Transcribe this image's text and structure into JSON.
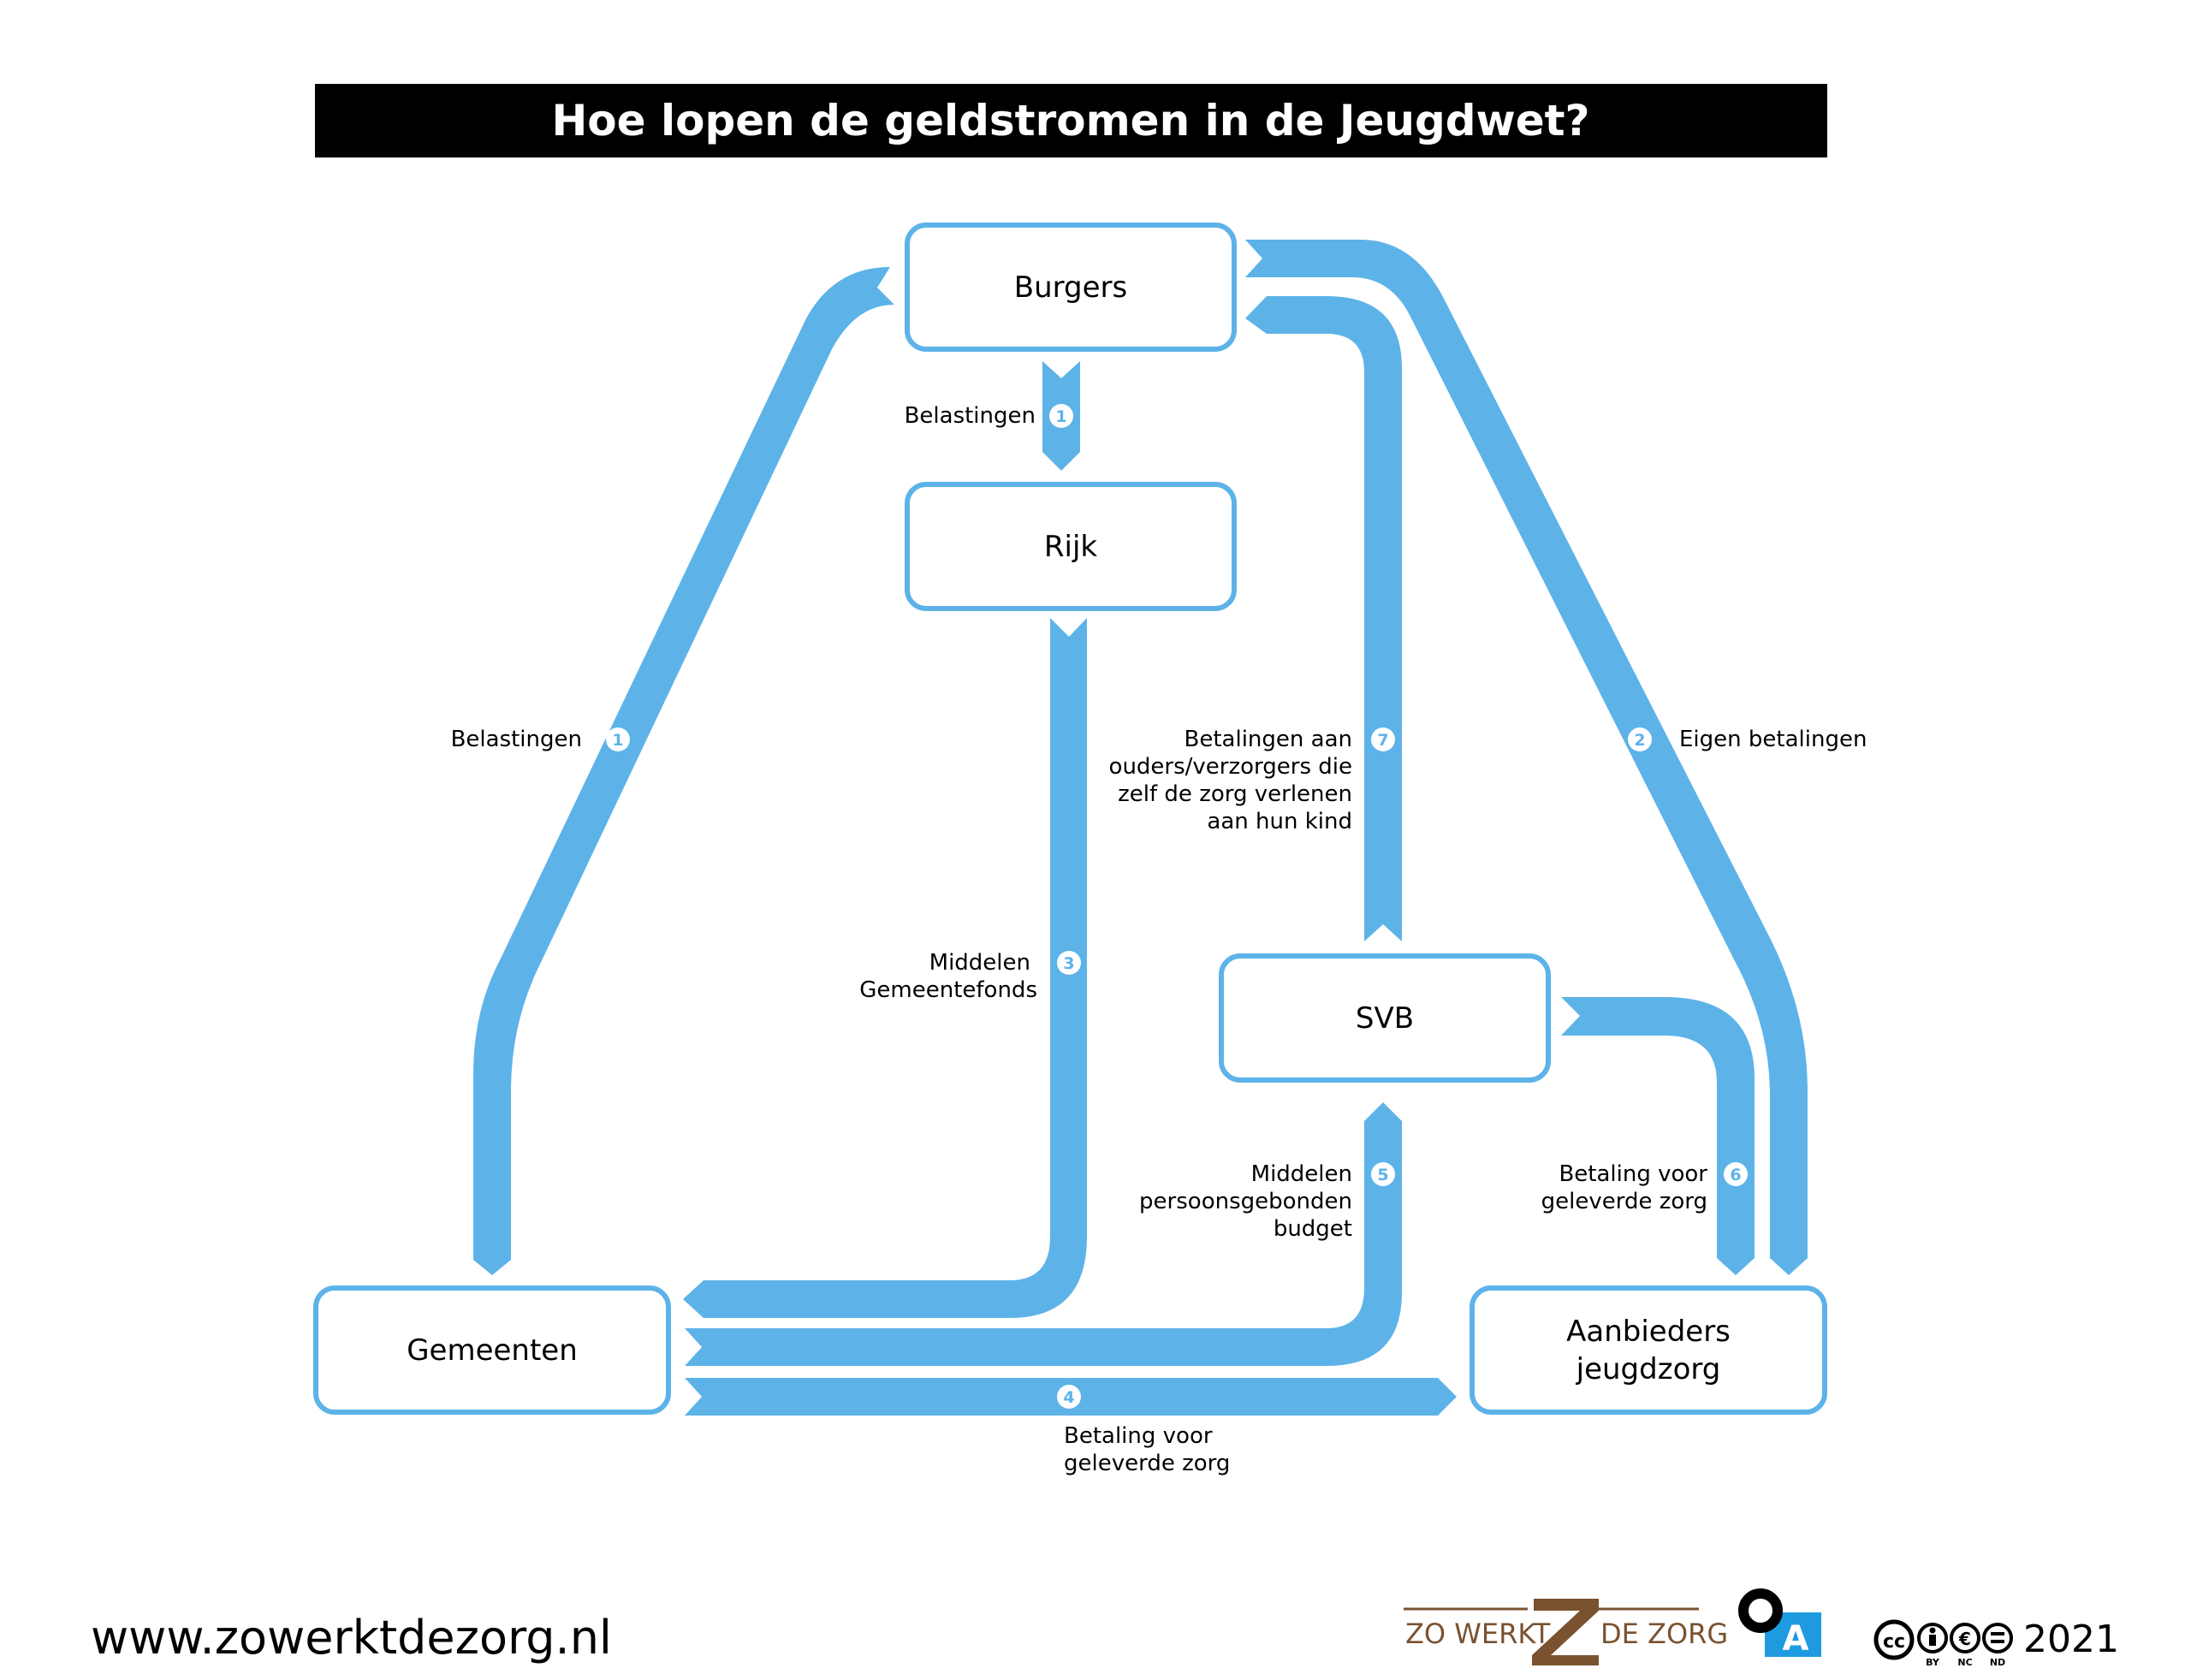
{
  "title": "Hoe lopen de geldstromen in de Jeugdwet?",
  "colors": {
    "flow": "#5db3e8",
    "box_border": "#5db3e8",
    "title_bg": "#000000",
    "title_text": "#ffffff",
    "logo_brown": "#7a5230",
    "logo_blue": "#1e9be0"
  },
  "nodes": {
    "burgers": "Burgers",
    "rijk": "Rijk",
    "svb": "SVB",
    "gemeenten": "Gemeenten",
    "aanbieders_line1": "Aanbieders",
    "aanbieders_line2": "jeugdzorg"
  },
  "flows": {
    "f1_top": {
      "num": "1",
      "label": "Belastingen"
    },
    "f1_left": {
      "num": "1",
      "label": "Belastingen"
    },
    "f2": {
      "num": "2",
      "label": "Eigen betalingen"
    },
    "f3": {
      "num": "3",
      "label_line1": "Middelen",
      "label_line2": "Gemeentefonds"
    },
    "f4": {
      "num": "4",
      "label_line1": "Betaling voor",
      "label_line2": "geleverde zorg"
    },
    "f5": {
      "num": "5",
      "label_line1": "Middelen",
      "label_line2": "persoonsgebonden",
      "label_line3": "budget"
    },
    "f6": {
      "num": "6",
      "label_line1": "Betaling voor",
      "label_line2": "geleverde zorg"
    },
    "f7": {
      "num": "7",
      "label_line1": "Betalingen aan",
      "label_line2": "ouders/verzorgers die",
      "label_line3": "zelf de zorg verlenen",
      "label_line4": "aan hun kind"
    }
  },
  "footer": {
    "url": "www.zowerktdezorg.nl",
    "logo_left": "ZO WERKT",
    "logo_right": "DE ZORG",
    "logo_letter": "Z",
    "oa_letter": "A",
    "cc_by": "BY",
    "cc_nc": "NC",
    "cc_nd": "ND",
    "year": "2021"
  }
}
